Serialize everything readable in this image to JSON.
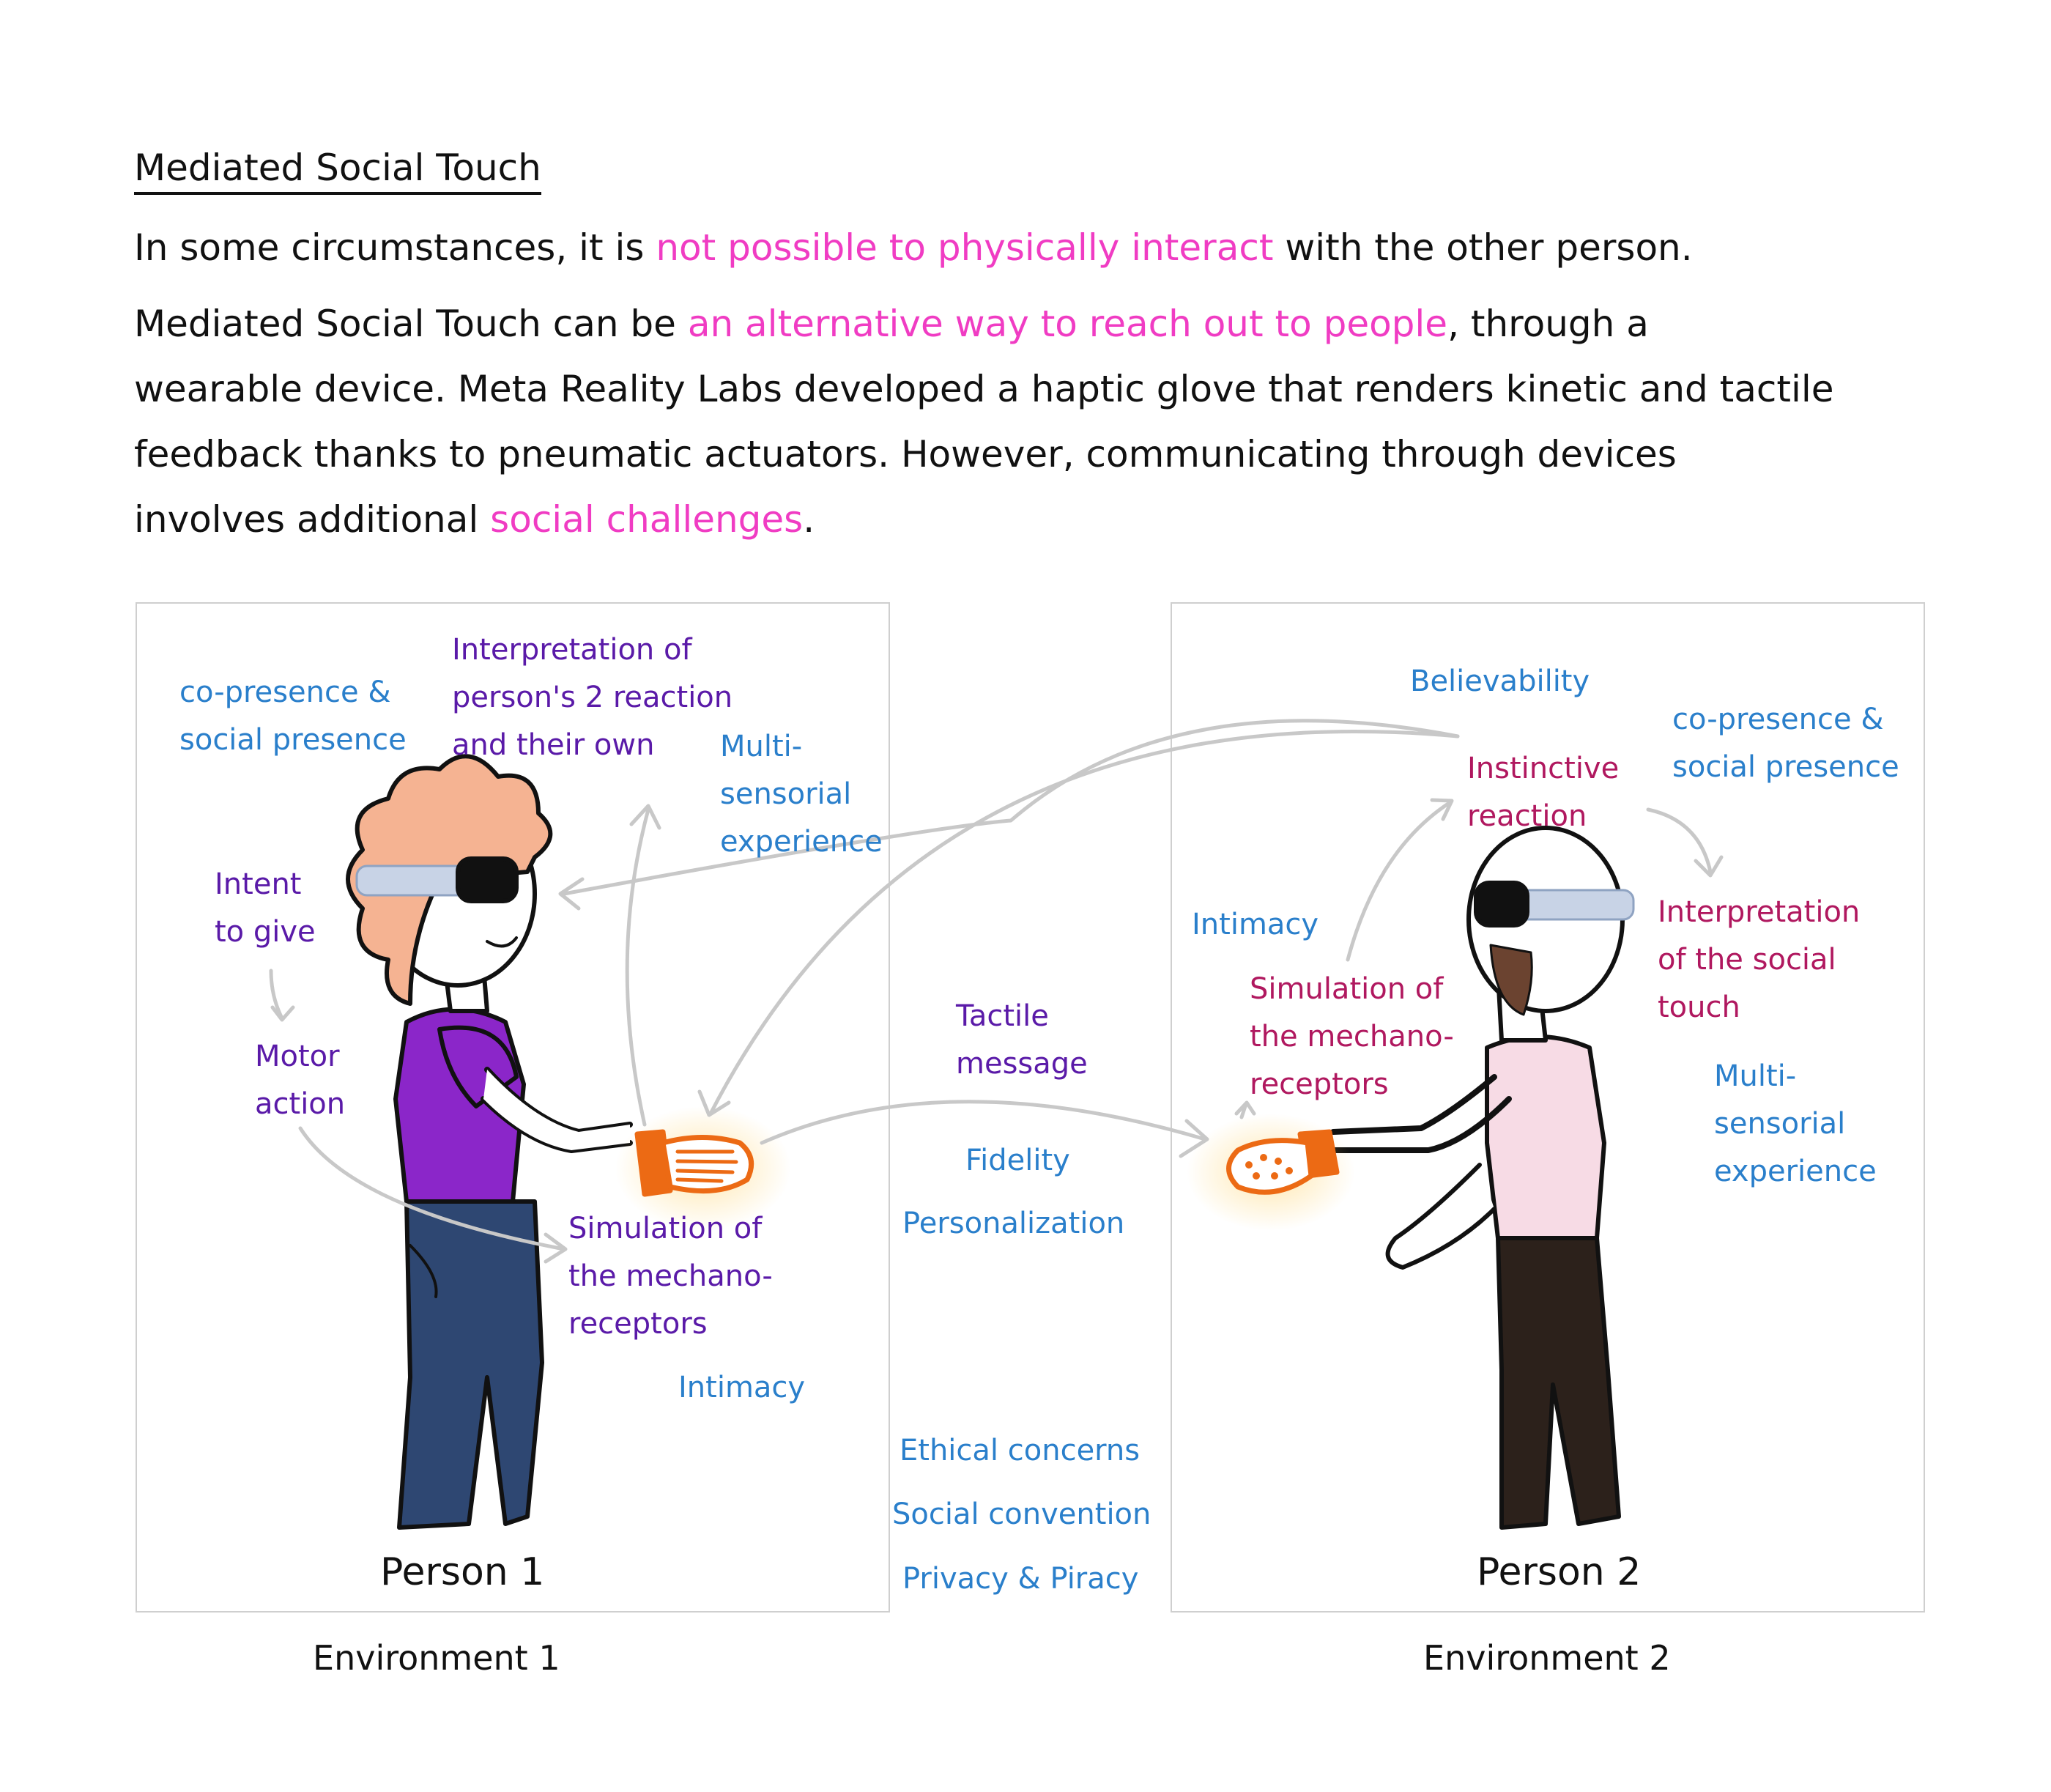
{
  "heading": "Mediated Social Touch",
  "paragraph": {
    "l1a": "In some circumstances, it is ",
    "l1b": "not possible to physically interact",
    "l1c": " with the other person.",
    "l2a": "Mediated Social Touch can be ",
    "l2b": "an alternative way to reach out to people",
    "l2c": ", through a",
    "l3": "wearable device. Meta Reality Labs developed a haptic glove that renders kinetic and tactile",
    "l4": "feedback thanks to pneumatic actuators. However, communicating through devices",
    "l5a": "involves additional ",
    "l5b": "social challenges",
    "l5c": "."
  },
  "env1": {
    "copresence": [
      "co-presence &",
      "social presence"
    ],
    "interpretation": [
      "Interpretation of",
      "person's 2 reaction",
      "and their own"
    ],
    "multisensorial": [
      "Multi-",
      "sensorial",
      "experience"
    ],
    "intent": [
      "Intent",
      "to give"
    ],
    "motor": [
      "Motor",
      "action"
    ],
    "simulation": [
      "Simulation of",
      "the mechano-",
      "receptors"
    ],
    "intimacy": "Intimacy",
    "person": "Person 1",
    "environment": "Environment 1"
  },
  "middle": {
    "tactile": [
      "Tactile",
      "message"
    ],
    "fidelity": "Fidelity",
    "personalization": "Personalization",
    "ethical": "Ethical concerns",
    "social_convention": "Social convention",
    "privacy": "Privacy & Piracy"
  },
  "env2": {
    "believability": "Believability",
    "copresence": [
      "co-presence &",
      "social presence"
    ],
    "instinctive": [
      "Instinctive",
      "reaction"
    ],
    "intimacy": "Intimacy",
    "interpretation": [
      "Interpretation",
      "of the social",
      "touch"
    ],
    "simulation": [
      "Simulation of",
      "the mechano-",
      "receptors"
    ],
    "multisensorial": [
      "Multi-",
      "sensorial",
      "experience"
    ],
    "person": "Person 2",
    "environment": "Environment 2"
  },
  "colors": {
    "highlight": "#f03cc3",
    "blue_label": "#2a7fcb",
    "purple_label": "#5a1aa8",
    "crimson_label": "#b0185f",
    "glove": "#ec6a14",
    "arrow": "#c8c8c8"
  }
}
